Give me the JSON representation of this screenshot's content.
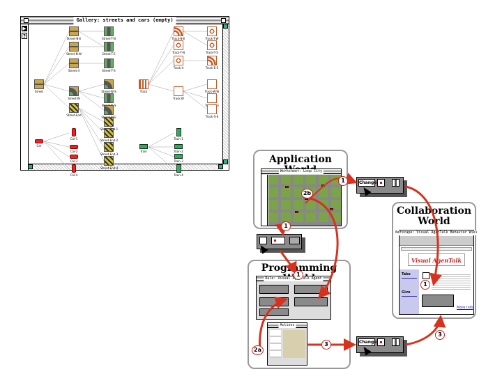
{
  "gallery": {
    "title": "Gallery: streets and cars (empty)",
    "tools": {
      "arrow": "▶",
      "help": "?"
    },
    "items": [
      {
        "label": "Street",
        "kind": "street"
      },
      {
        "label": "Street-N-E",
        "kind": "street"
      },
      {
        "label": "Street-N-W",
        "kind": "street"
      },
      {
        "label": "Street-4",
        "kind": "street"
      },
      {
        "label": "Street-T-N",
        "kind": "street2"
      },
      {
        "label": "Street-T-E",
        "kind": "street2"
      },
      {
        "label": "Street-T-S",
        "kind": "street2"
      },
      {
        "label": "Street-W",
        "kind": "street3"
      },
      {
        "label": "Street-W-S",
        "kind": "street3"
      },
      {
        "label": "Street-N-S",
        "kind": "street2"
      },
      {
        "label": "Street-W-E",
        "kind": "street3"
      },
      {
        "label": "Street-End",
        "kind": "dead"
      },
      {
        "label": "Street-End-1",
        "kind": "dead"
      },
      {
        "label": "Street-End-2",
        "kind": "dead"
      },
      {
        "label": "Street-End-3",
        "kind": "dead"
      },
      {
        "label": "Street-End-4",
        "kind": "dead"
      },
      {
        "label": "Car",
        "kind": "car"
      },
      {
        "label": "Car-1",
        "kind": "carv"
      },
      {
        "label": "Car-2",
        "kind": "car"
      },
      {
        "label": "Car-3",
        "kind": "car"
      },
      {
        "label": "Car-4",
        "kind": "carv"
      },
      {
        "label": "Track",
        "kind": "track"
      },
      {
        "label": "Track-N-E",
        "kind": "trackc"
      },
      {
        "label": "Track-T-N",
        "kind": "loop"
      },
      {
        "label": "Track-4",
        "kind": "loop"
      },
      {
        "label": "Track-T-W",
        "kind": "loop"
      },
      {
        "label": "Track-T-S",
        "kind": "loop"
      },
      {
        "label": "Track-E-S",
        "kind": "trackc"
      },
      {
        "label": "Track-W",
        "kind": "fan"
      },
      {
        "label": "Track-W-W",
        "kind": "fan"
      },
      {
        "label": "Track-W-S",
        "kind": "fan"
      },
      {
        "label": "Track-S-E",
        "kind": "fan"
      },
      {
        "label": "Train",
        "kind": "train"
      },
      {
        "label": "Train-1",
        "kind": "trainv"
      },
      {
        "label": "Train-2",
        "kind": "train"
      },
      {
        "label": "Train-3",
        "kind": "train"
      },
      {
        "label": "Train-4",
        "kind": "trainv"
      }
    ]
  },
  "application_world": {
    "title": "Application World",
    "worksheet_title": "Worksheet: Loop City"
  },
  "collaboration_world": {
    "title_line1": "Collaboration",
    "title_line2": "World",
    "browser_title": "Netscape: Visual AgenTalk Behavior Wiki",
    "logo_text": "Visual AgenTalk",
    "take_label": "Take",
    "give_label": "Give",
    "more_info": "More Info"
  },
  "programming_world": {
    "title": "Programming World",
    "rule_window_title": "Rule: Visual AgenTalk Agent",
    "actions_window_title": "Actions"
  },
  "change_label_top": "Change",
  "change_label_bottom": "Change",
  "bubbles": {
    "b1_app_right": "1",
    "b1_app_bottom": "1",
    "b2b": "2b",
    "b1_prog": "1",
    "b2a": "2a",
    "b3_left": "3",
    "b3_right": "3",
    "b1_collab": "1"
  },
  "colors": {
    "arrow": "#d8321e",
    "panel_border": "#999999",
    "road": "#555555",
    "grass": "#7aa34a"
  }
}
